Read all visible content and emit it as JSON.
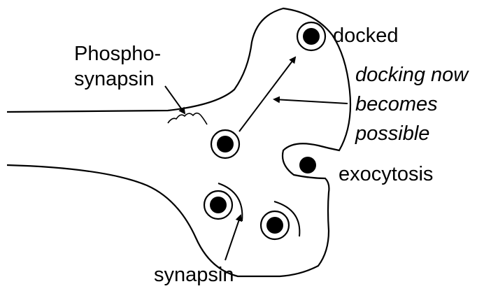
{
  "labels": {
    "phospho_line1": "Phospho-",
    "phospho_line2": "synapsin",
    "docked": "docked",
    "docking_line1": "docking now",
    "docking_line2": "becomes",
    "docking_line3": "possible",
    "exocytosis": "exocytosis",
    "synapsin": "synapsin"
  },
  "colors": {
    "ink": "#000000",
    "background": "#ffffff"
  }
}
